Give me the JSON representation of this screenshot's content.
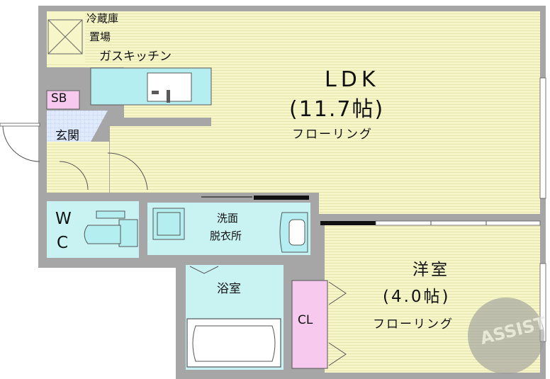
{
  "rooms": {
    "ldk": {
      "name": "LDK",
      "size": "(11.7帖)",
      "floor": "フローリング"
    },
    "western": {
      "name": "洋室",
      "size": "(4.0帖)",
      "floor": "フローリング"
    },
    "fridge": {
      "line1": "冷蔵庫",
      "line2": "置場"
    },
    "kitchen": "ガスキッチン",
    "sb": "SB",
    "entrance": "玄関",
    "wc": {
      "line1": "W",
      "line2": "C"
    },
    "washroom": {
      "line1": "洗面",
      "line2": "脱衣所"
    },
    "bath": "浴室",
    "closet": "CL"
  },
  "watermark": "ASSIST",
  "colors": {
    "wall": "#a6a6a6",
    "floor": "#f7f6c9",
    "wet_area": "#c9f3f3",
    "fixture": "#b5eef0",
    "storage": "#f7c9ef",
    "entrance_tile": "#cfe2ff"
  }
}
